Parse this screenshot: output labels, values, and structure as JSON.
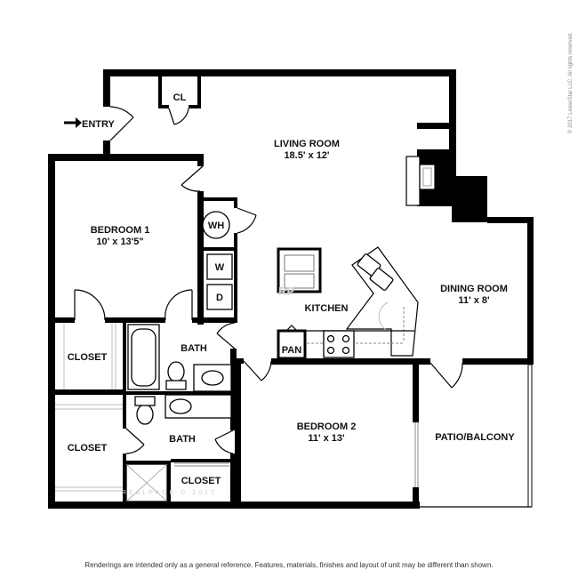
{
  "copyright": "© 2017 LeaseStar LLC. All rights reserved.",
  "disclaimer": "Renderings are intended only as a general reference. Features, materials, finishes and layout of unit may be different than shown.",
  "watermark": "REALPAGE © 2017",
  "rooms": {
    "living_room": {
      "name": "LIVING ROOM",
      "size": "18.5' x 12'"
    },
    "bedroom1": {
      "name": "BEDROOM 1",
      "size": "10' x 13'5\""
    },
    "bedroom2": {
      "name": "BEDROOM 2",
      "size": "11' x 13'"
    },
    "dining_room": {
      "name": "DINING ROOM",
      "size": "11' x 8'"
    },
    "kitchen": {
      "name": "KITCHEN"
    },
    "patio": {
      "name": "PATIO/BALCONY"
    },
    "bath1": {
      "name": "BATH"
    },
    "bath2": {
      "name": "BATH"
    },
    "closet1": {
      "name": "CLOSET"
    },
    "closet2": {
      "name": "CLOSET"
    },
    "closet3": {
      "name": "CLOSET"
    }
  },
  "labels": {
    "entry": "ENTRY",
    "cl": "CL",
    "wh": "WH",
    "washer": "W",
    "dryer": "D",
    "pantry": "PAN"
  },
  "icons": [
    "entry-arrow-icon",
    "door-swing-icon",
    "fireplace-icon",
    "sink-icon",
    "stove-icon",
    "toilet-icon",
    "bathtub-icon",
    "shower-icon"
  ]
}
